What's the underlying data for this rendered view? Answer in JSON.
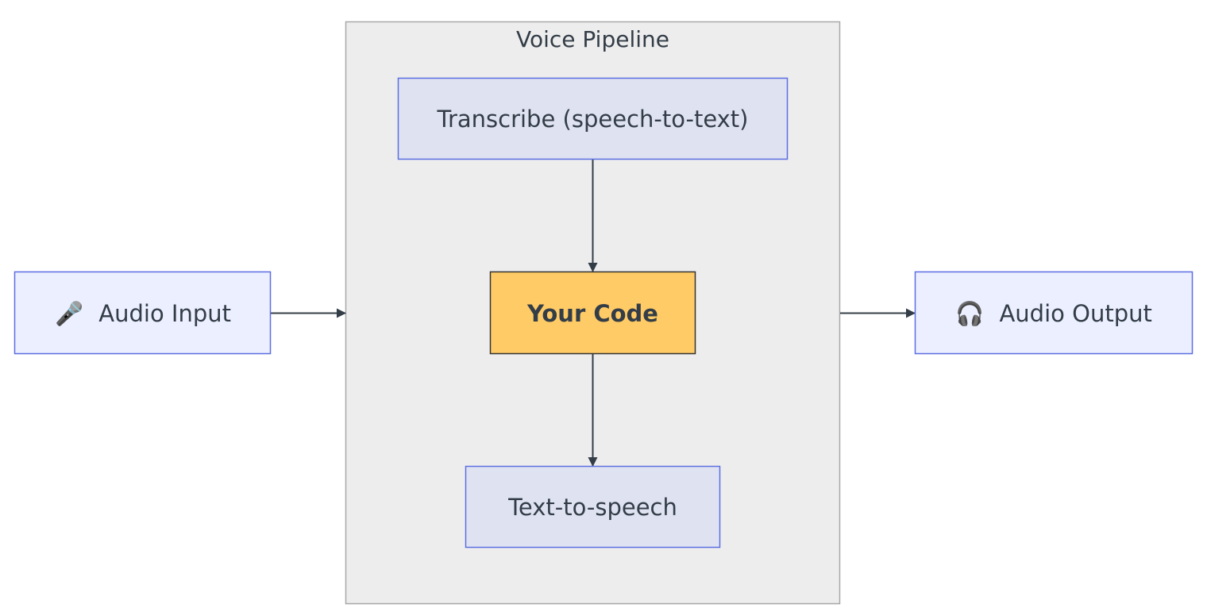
{
  "colors": {
    "cluster_fill": "#ededed",
    "cluster_stroke": "#a8a8a8",
    "outer_node_fill": "#ecefff",
    "inner_node_fill": "#dfe2f1",
    "node_stroke": "#5b6ee1",
    "highlight_fill": "#ffcb66",
    "highlight_stroke": "#333333",
    "edge": "#333d47",
    "text": "#333d47"
  },
  "cluster": {
    "title": "Voice Pipeline"
  },
  "nodes": {
    "audio_input": {
      "icon": "microphone-icon",
      "glyph": "🎤",
      "label": "Audio Input"
    },
    "transcribe": {
      "label": "Transcribe (speech-to-text)"
    },
    "your_code": {
      "label": "Your Code"
    },
    "tts": {
      "label": "Text-to-speech"
    },
    "audio_output": {
      "icon": "headphones-icon",
      "glyph": "🎧",
      "label": "Audio Output"
    }
  },
  "edges": [
    {
      "from": "audio_input",
      "to": "voice_pipeline"
    },
    {
      "from": "transcribe",
      "to": "your_code"
    },
    {
      "from": "your_code",
      "to": "tts"
    },
    {
      "from": "voice_pipeline",
      "to": "audio_output"
    }
  ]
}
